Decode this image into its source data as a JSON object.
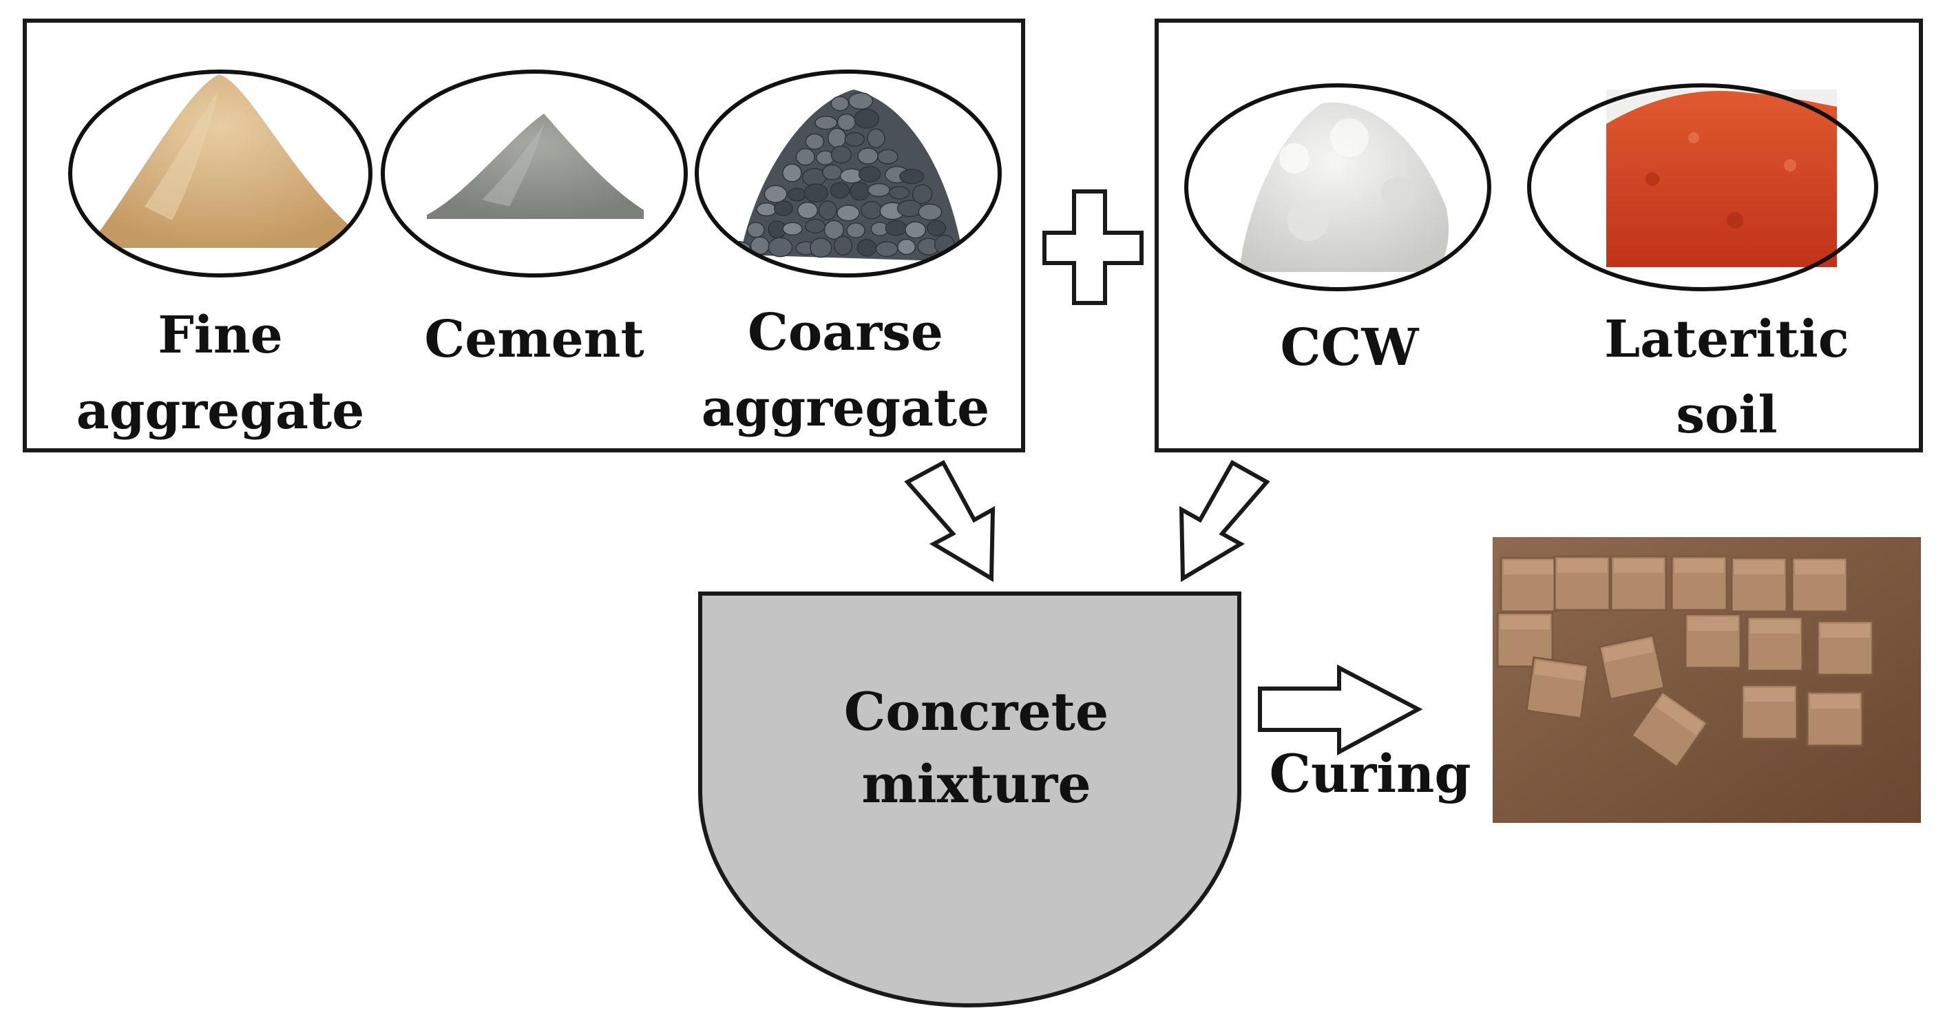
{
  "materials_group": {
    "items": [
      {
        "line1": "Fine",
        "line2": "aggregate",
        "icon": "sand-pile"
      },
      {
        "line1": "Cement",
        "line2": "",
        "icon": "cement-pile"
      },
      {
        "line1": "Coarse",
        "line2": "aggregate",
        "icon": "gravel-pile"
      }
    ]
  },
  "additives_group": {
    "items": [
      {
        "line1": "CCW",
        "line2": "",
        "icon": "white-powder-pile"
      },
      {
        "line1": "Lateritic",
        "line2": "soil",
        "icon": "red-soil-pile"
      }
    ]
  },
  "mixer": {
    "line1": "Concrete",
    "line2": "mixture"
  },
  "process": {
    "curing_label": "Curing"
  },
  "colors": {
    "sand": "#d6b483",
    "cement": "#8e938c",
    "gravel": "#5d646d",
    "ccw": "#e9e9e6",
    "laterite": "#d9421e",
    "mixer_fill": "#c4c4c4",
    "cube": "#b08966",
    "tray": "#8a5a3a"
  }
}
